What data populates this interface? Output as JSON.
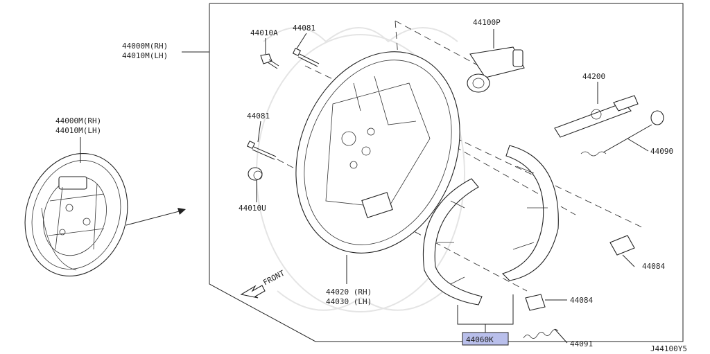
{
  "diagram": {
    "drawing_code": "J44100Y5",
    "front_label": "FRONT",
    "callouts": {
      "c44000M_RH": "44000M(RH)",
      "c44010M_LH": "44010M(LH)",
      "c44000M_RH_left": "44000M(RH)",
      "c44010M_LH_left": "44010M(LH)",
      "c44010A": "44010A",
      "c44081_top": "44081",
      "c44081_mid": "44081",
      "c44010U": "44010U",
      "c44100P": "44100P",
      "c44200": "44200",
      "c44090": "44090",
      "c44084_upper": "44084",
      "c44084_lower": "44084",
      "c44020_RH": "44020 (RH)",
      "c44030_LH": "44030 (LH)",
      "c44060K": "44060K",
      "c44091": "44091"
    },
    "highlight_color": "#b9bfeb"
  }
}
